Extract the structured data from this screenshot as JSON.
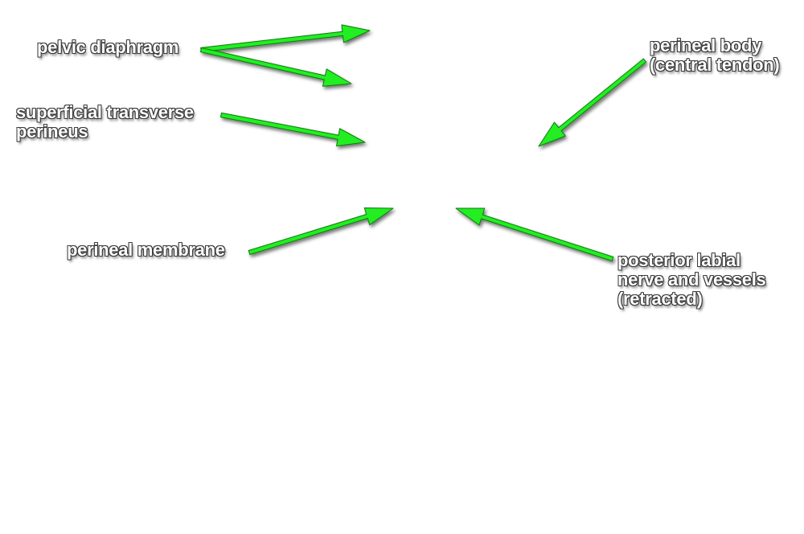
{
  "labels": {
    "pelvic_diaphragm": "pelvic diaphragm",
    "superficial_transverse_line1": "superficial transverse",
    "superficial_transverse_line2": "perineus",
    "perineal_membrane": "perineal membrane",
    "perineal_body_line1": "perineal body",
    "perineal_body_line2": "(central tendon)",
    "posterior_labial_line1": "posterior labial",
    "posterior_labial_line2": "nerve and vessels",
    "posterior_labial_line3": "(retracted)"
  },
  "colors": {
    "arrow_fill": "#22ee22",
    "arrow_outline": "#0a7a0a",
    "label_text": "#ffffff",
    "label_outline": "#3a3a3a"
  }
}
